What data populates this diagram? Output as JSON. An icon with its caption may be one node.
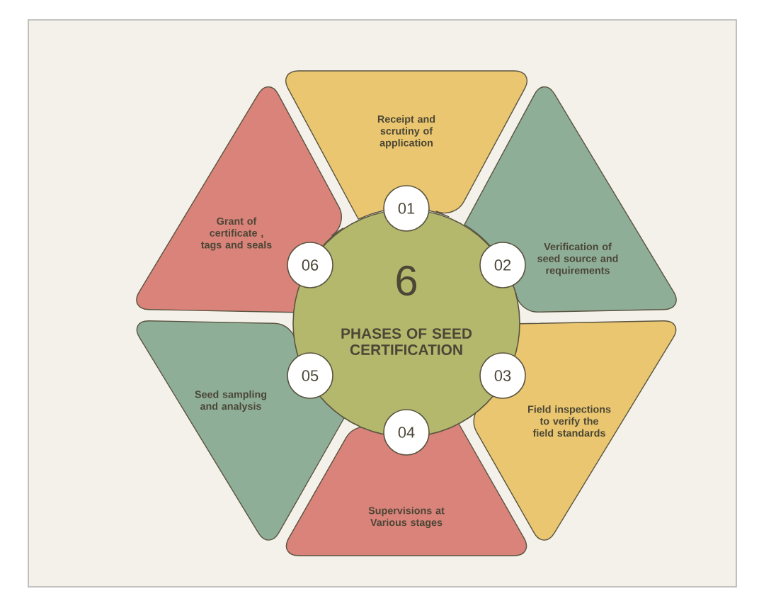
{
  "diagram": {
    "nodes": [
      {
        "text": [
          "6",
          "PHASES OF SEED CERTIFICATION"
        ]
      },
      {
        "text": [
          "Receipt and scrutiny of application"
        ]
      },
      {
        "text": [
          "Verification of seed source and requirements"
        ]
      },
      {
        "text": [
          "Field inspections to verify the field standards"
        ]
      },
      {
        "text": [
          "Supervisions at Various stages"
        ]
      },
      {
        "text": [
          "Seed sampling and analysis"
        ]
      },
      {
        "text": [
          "Grant of certificate , tags and seals"
        ]
      },
      {
        "text": [
          "01"
        ]
      },
      {
        "text": [
          "02"
        ]
      },
      {
        "text": [
          "03"
        ]
      },
      {
        "text": [
          "04"
        ]
      },
      {
        "text": [
          "05"
        ]
      },
      {
        "text": [
          "06"
        ]
      }
    ]
  }
}
